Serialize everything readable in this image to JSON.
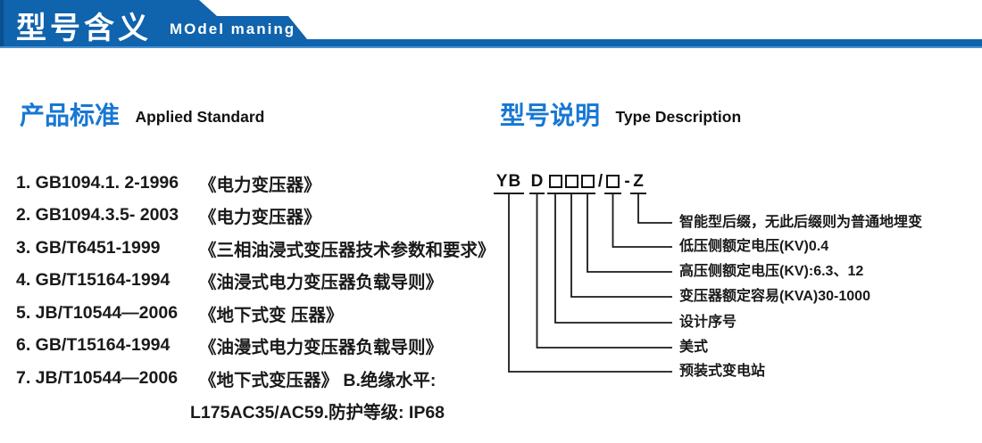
{
  "banner": {
    "title_cn": "型号含义",
    "title_en": "MOdel maning"
  },
  "left_section": {
    "heading_cn": "产品标准",
    "heading_en": "Applied Standard",
    "standards": [
      {
        "code": "1. GB1094.1. 2-1996",
        "title": "《电力变压器》"
      },
      {
        "code": "2. GB1094.3.5- 2003",
        "title": "《电力变压器》"
      },
      {
        "code": "3. GB/T6451-1999",
        "title": "《三相油浸式变压器技术参数和要求》"
      },
      {
        "code": "4. GB/T15164-1994",
        "title": "《油浸式电力变压器负载导则》"
      },
      {
        "code": "5. JB/T10544—2006",
        "title": "《地下式变 压器》"
      },
      {
        "code": "6. GB/T15164-1994",
        "title": "《油漫式电力变压器负载导则》"
      },
      {
        "code": "7. JB/T10544—2006",
        "title": "《地下式变压器》 B.绝缘水平:"
      }
    ],
    "continuation": "L175AC35/AC59.防护等级: IP68"
  },
  "right_section": {
    "heading_cn": "型号说明",
    "heading_en": "Type Description",
    "model_code": {
      "prefix": "YB",
      "type_letter": "D",
      "slash": "/",
      "dash": "-",
      "suffix": "Z"
    },
    "labels": [
      "智能型后缀，无此后缀则为普通地埋变",
      "低压侧额定电压(KV)0.4",
      "高压侧额定电压(KV):6.3、12",
      "变压器额定容易(KVA)30-1000",
      "设计序号",
      "美式",
      "预装式变电站"
    ]
  },
  "colors": {
    "banner_blue": "#1063ad",
    "banner_edge_light": "#4a92d3",
    "heading_blue": "#1777d3",
    "text_dark": "#1a1a1a"
  }
}
